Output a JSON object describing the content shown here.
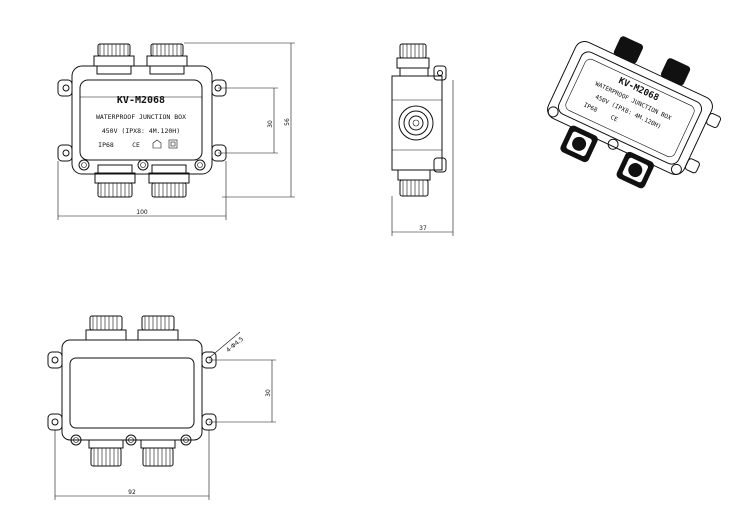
{
  "front_view": {
    "model": "KV-M2068",
    "line1": "WATERPROOF  JUNCTION BOX",
    "line2": "450V  (IPX8: 4M.120H)",
    "ip_rating": "IP68",
    "ce_mark": "CE",
    "dim_width": "100",
    "dim_hole_spacing": "30",
    "dim_height": "56"
  },
  "side_view": {
    "dim_depth": "37"
  },
  "bottom_view": {
    "hole_callout": "4-Φ4.5",
    "dim_hole_spacing": "30",
    "dim_width": "92"
  },
  "iso_view": {
    "model": "KV-M2068",
    "line1": "WATERPROOF JUNCTION BOX",
    "line2": "450V  (IPX8: 4M.120H)",
    "ip_rating": "IP68",
    "ce_mark": "CE"
  }
}
